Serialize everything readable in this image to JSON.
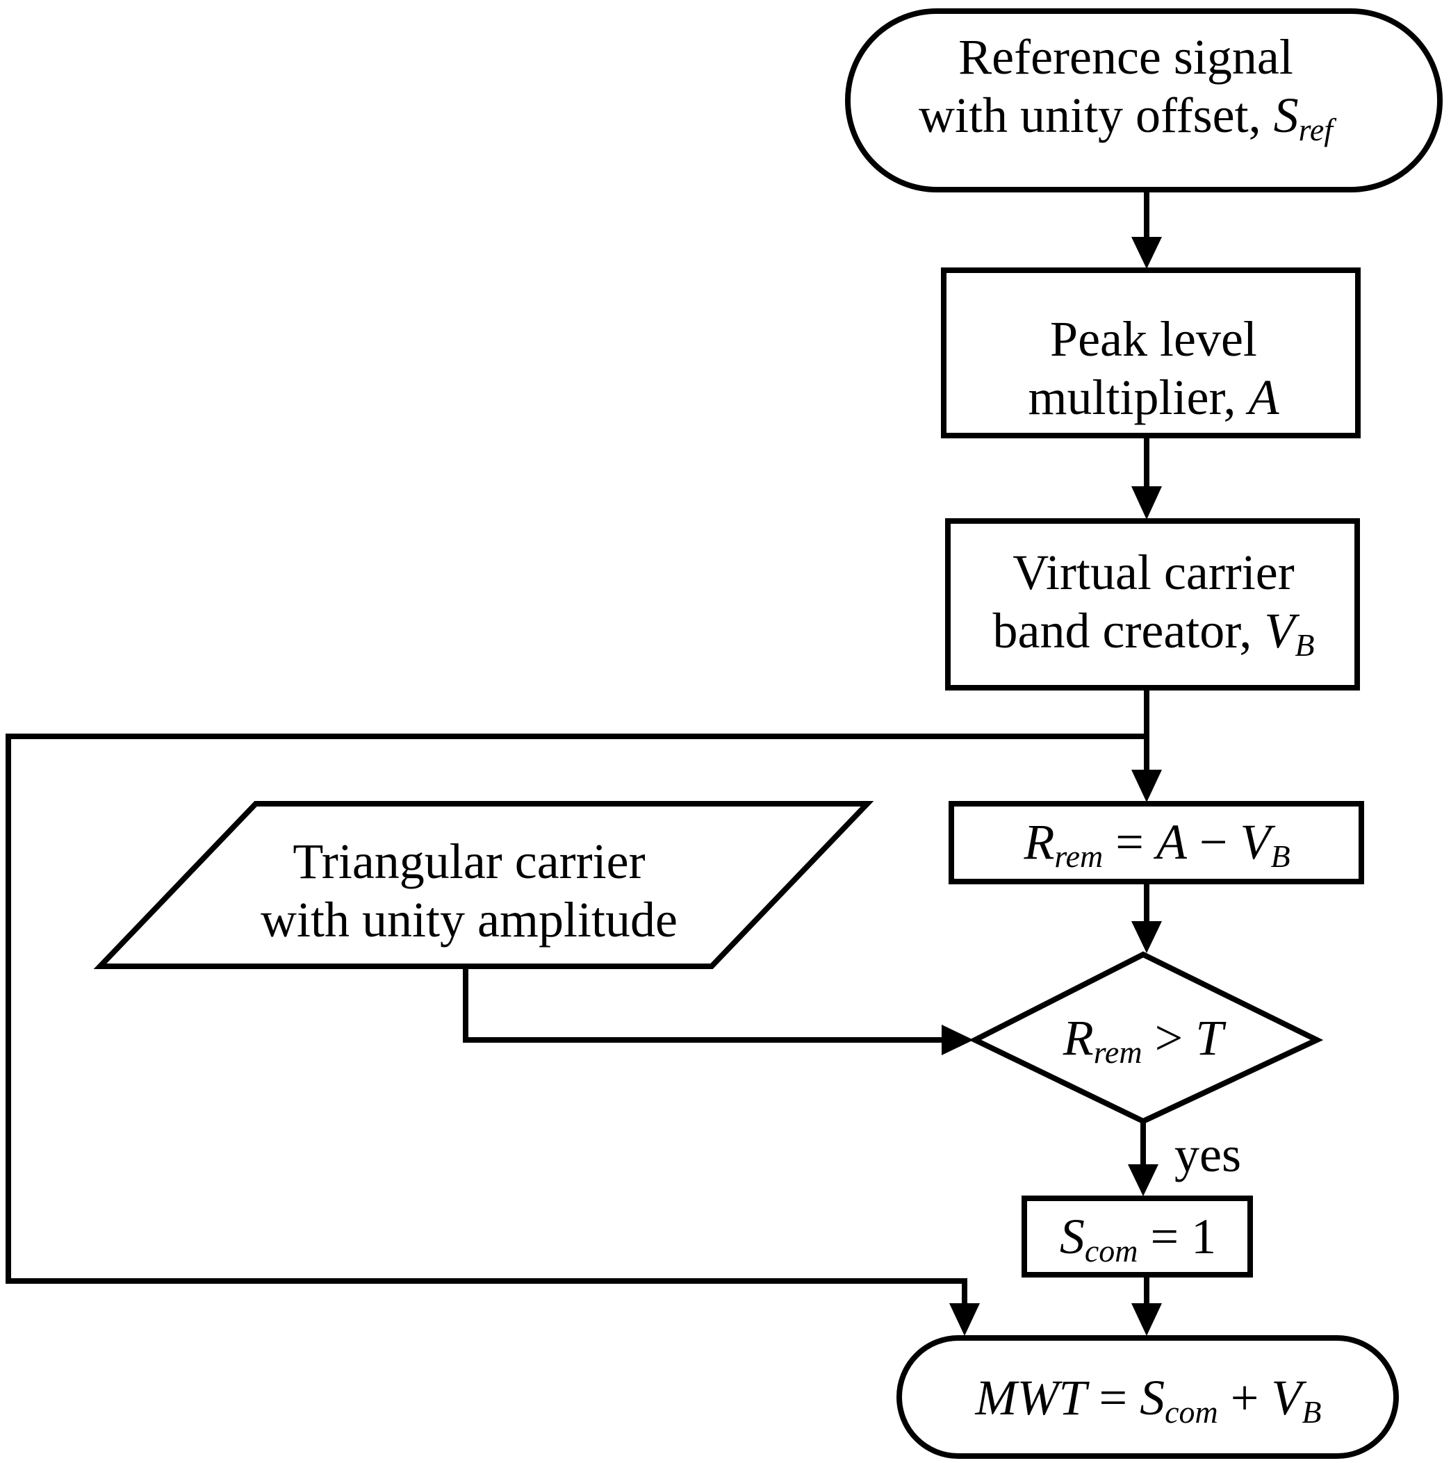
{
  "diagram": {
    "start": {
      "line1": "Reference signal",
      "line2_text": "with unity offset, ",
      "line2_symbol": "S",
      "line2_subscript": "ref"
    },
    "multiplier": {
      "line1": "Peak level",
      "line2_text": "multiplier, ",
      "line2_symbol": "A"
    },
    "band_creator": {
      "line1": "Virtual carrier",
      "line2_text": "band creator, ",
      "line2_symbol": "V",
      "line2_subscript": "B"
    },
    "remainder": {
      "lhs_symbol": "R",
      "lhs_subscript": "rem",
      "equals": "=",
      "a_symbol": "A",
      "minus": "−",
      "v_symbol": "V",
      "v_subscript": "B"
    },
    "carrier_input": {
      "line1": "Triangular carrier",
      "line2": "with unity amplitude"
    },
    "decision": {
      "lhs_symbol": "R",
      "lhs_subscript": "rem",
      "operator": ">",
      "rhs_symbol": "T",
      "yes_label": "yes"
    },
    "assign": {
      "symbol": "S",
      "subscript": "com",
      "equals": "=",
      "value": "1"
    },
    "end": {
      "lhs": "MWT",
      "equals": "=",
      "s_symbol": "S",
      "s_subscript": "com",
      "plus": "+",
      "v_symbol": "V",
      "v_subscript": "B"
    }
  }
}
